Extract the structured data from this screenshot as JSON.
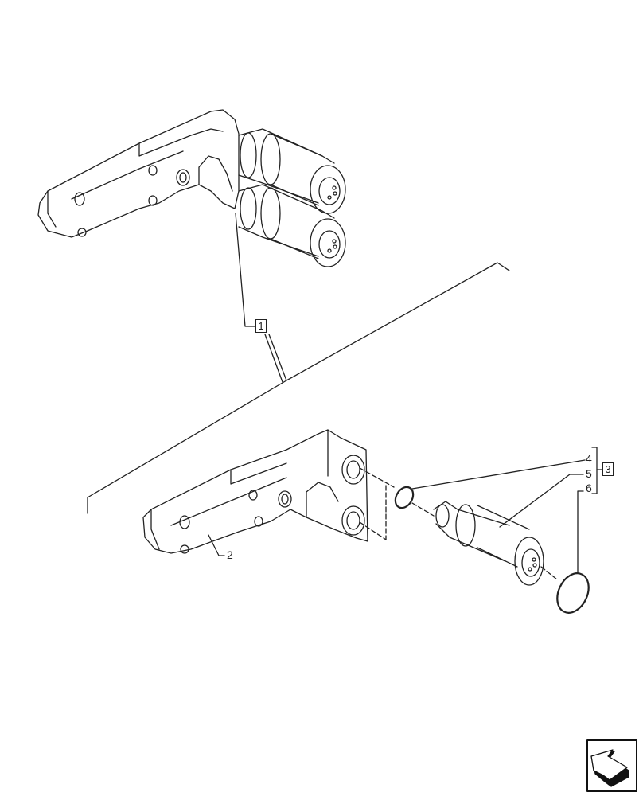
{
  "diagram": {
    "type": "exploded-parts-view",
    "callouts": [
      {
        "id": "callout-1",
        "text": "1",
        "boxed": true
      },
      {
        "id": "callout-2",
        "text": "2",
        "boxed": false
      },
      {
        "id": "callout-3",
        "text": "3",
        "boxed": true
      },
      {
        "id": "callout-4",
        "text": "4",
        "boxed": false
      },
      {
        "id": "callout-5",
        "text": "5",
        "boxed": false
      },
      {
        "id": "callout-6",
        "text": "6",
        "boxed": false
      }
    ],
    "nav_icon": "navigate-back-arrow-icon",
    "line_color": "#222222"
  }
}
